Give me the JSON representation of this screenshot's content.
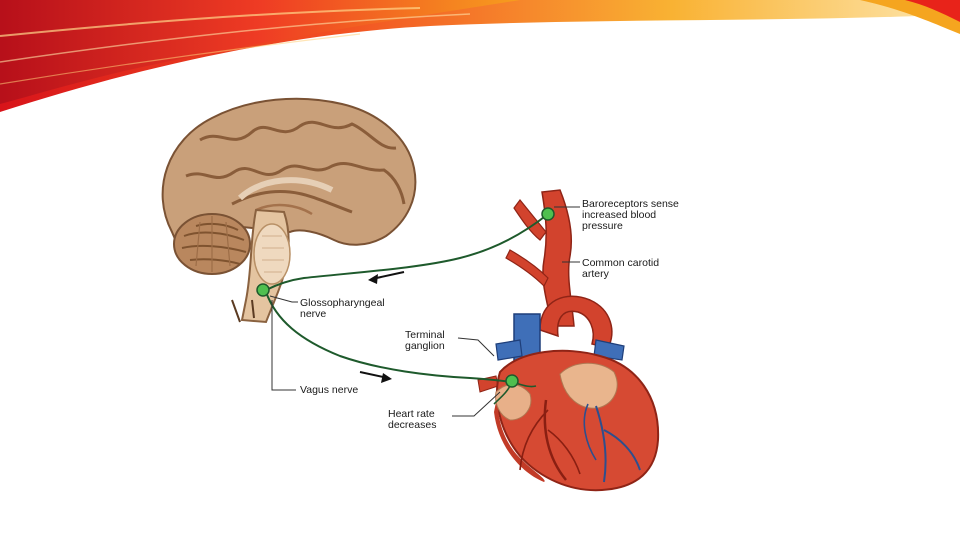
{
  "labels": {
    "baroreceptors": "Baroreceptors sense\nincreased blood\npressure",
    "carotid": "Common carotid\nartery",
    "glossopharyngeal": "Glossopharyngeal\nnerve",
    "terminal_ganglion": "Terminal\nganglion",
    "vagus": "Vagus nerve",
    "heart_rate": "Heart rate\ndecreases"
  },
  "colors": {
    "nerve": "#1e5a2c",
    "ganglion": "#4fbf4f",
    "brain": "#c49a72",
    "artery": "#d2432d",
    "vein": "#3f6fb8",
    "banner_red": "#e8231a",
    "banner_orange": "#f7941d"
  },
  "icons": {
    "flow_arrow_top": "left-arrow-icon",
    "flow_arrow_bottom": "right-arrow-icon"
  }
}
